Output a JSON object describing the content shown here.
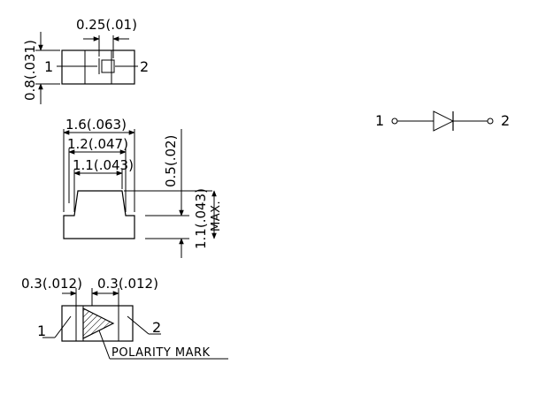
{
  "top_view": {
    "width_dim": "0.25(.01)",
    "height_dim": "0.8(.031)",
    "pin1": "1",
    "pin2": "2"
  },
  "side_view": {
    "dim_outer": "1.6(.063)",
    "dim_mid": "1.2(.047)",
    "dim_inner": "1.1(.043)",
    "dim_offset": "0.5(.02)",
    "dim_height": "1.1(.043)",
    "dim_height_note": "MAX."
  },
  "bottom_view": {
    "dim_left": "0.3(.012)",
    "dim_right": "0.3(.012)",
    "pin1": "1",
    "pin2": "2",
    "polarity_label": "POLARITY MARK"
  },
  "schematic": {
    "pin1": "1",
    "pin2": "2"
  },
  "colors": {
    "ink": "#000000",
    "background": "#ffffff"
  }
}
